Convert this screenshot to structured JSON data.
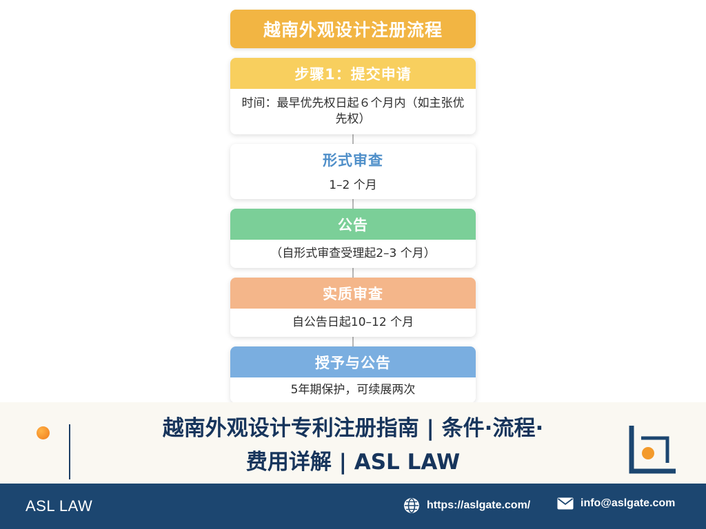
{
  "flow": {
    "title": "越南外观设计注册流程",
    "steps": [
      {
        "heading": "步骤1：提交申请",
        "detail": "时间：最早优先权日起６个月内（如主张优先权）",
        "head_color": "#f8cf5e",
        "head_text_color": "#ffffff"
      },
      {
        "heading": "形式审查",
        "detail": "1–2 个月",
        "head_color": "#ffffff",
        "head_text_color": "#4f8fc9"
      },
      {
        "heading": "公告",
        "detail": "（自形式审查受理起2–3 个月）",
        "head_color": "#7bcf98",
        "head_text_color": "#ffffff"
      },
      {
        "heading": "实质审查",
        "detail": "自公告日起10–12 个月",
        "head_color": "#f4b68a",
        "head_text_color": "#ffffff"
      },
      {
        "heading": "授予与公告",
        "detail": "5年期保护，可续展两次",
        "head_color": "#7aaee0",
        "head_text_color": "#ffffff"
      }
    ]
  },
  "banner": {
    "headline_line1": "越南外观设计专利注册指南 | 条件·流程·",
    "headline_line2": "费用详解 | ASL LAW"
  },
  "footer": {
    "brand": "ASL LAW",
    "website": "https://aslgate.com/",
    "email": "info@aslgate.com",
    "website_icon": "globe-icon",
    "email_icon": "envelope-icon"
  },
  "colors": {
    "title_box": "#f2b543",
    "headline_text": "#17355c",
    "footer_bg": "#1c4670",
    "accent_orange": "#f07b1a"
  }
}
